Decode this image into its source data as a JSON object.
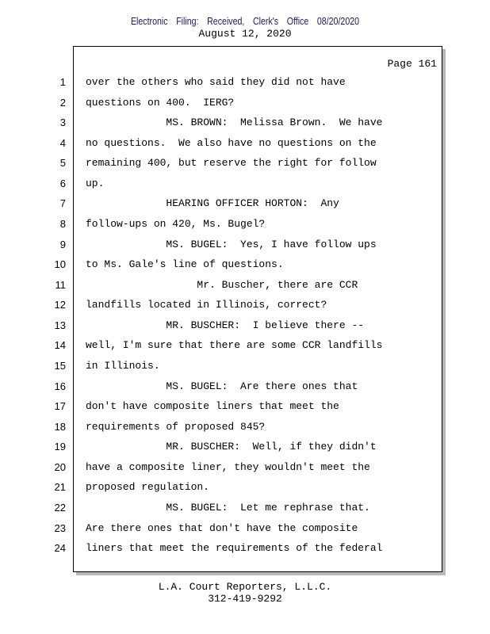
{
  "header": {
    "filing_stamp": "Electronic Filing: Received, Clerk's Office 08/20/2020",
    "date": "August 12, 2020"
  },
  "page": {
    "label": "Page 161"
  },
  "lines": [
    {
      "n": "1",
      "text": "over the others who said they did not have"
    },
    {
      "n": "2",
      "text": "questions on 400.  IERG?"
    },
    {
      "n": "3",
      "text": "             MS. BROWN:  Melissa Brown.  We have"
    },
    {
      "n": "4",
      "text": "no questions.  We also have no questions on the"
    },
    {
      "n": "5",
      "text": "remaining 400, but reserve the right for follow"
    },
    {
      "n": "6",
      "text": "up."
    },
    {
      "n": "7",
      "text": "             HEARING OFFICER HORTON:  Any"
    },
    {
      "n": "8",
      "text": "follow-ups on 420, Ms. Bugel?"
    },
    {
      "n": "9",
      "text": "             MS. BUGEL:  Yes, I have follow ups"
    },
    {
      "n": "10",
      "text": "to Ms. Gale's line of questions."
    },
    {
      "n": "11",
      "text": "                  Mr. Buscher, there are CCR"
    },
    {
      "n": "12",
      "text": "landfills located in Illinois, correct?"
    },
    {
      "n": "13",
      "text": "             MR. BUSCHER:  I believe there --"
    },
    {
      "n": "14",
      "text": "well, I'm sure that there are some CCR landfills"
    },
    {
      "n": "15",
      "text": "in Illinois."
    },
    {
      "n": "16",
      "text": "             MS. BUGEL:  Are there ones that"
    },
    {
      "n": "17",
      "text": "don't have composite liners that meet the"
    },
    {
      "n": "18",
      "text": "requirements of proposed 845?"
    },
    {
      "n": "19",
      "text": "             MR. BUSCHER:  Well, if they didn't"
    },
    {
      "n": "20",
      "text": "have a composite liner, they wouldn't meet the"
    },
    {
      "n": "21",
      "text": "proposed regulation."
    },
    {
      "n": "22",
      "text": "             MS. BUGEL:  Let me rephrase that."
    },
    {
      "n": "23",
      "text": "Are there ones that don't have the composite"
    },
    {
      "n": "24",
      "text": "liners that meet the requirements of the federal"
    }
  ],
  "footer": {
    "company": "L.A. Court Reporters, L.L.C.",
    "phone": "312-419-9292"
  }
}
